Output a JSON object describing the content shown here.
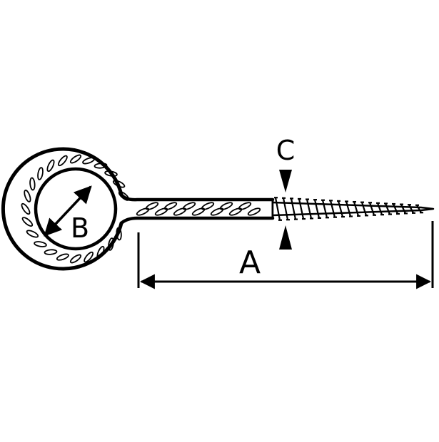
{
  "diagram": {
    "subject": "eye-screw",
    "labels": {
      "length": "A",
      "inner_diameter": "B",
      "thread_diameter": "C"
    },
    "colors": {
      "ink": "#000000",
      "background": "#ffffff"
    }
  }
}
